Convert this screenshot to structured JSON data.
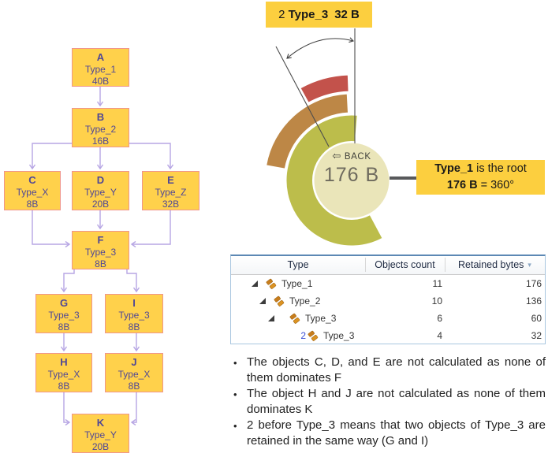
{
  "diagram": {
    "nodes": [
      {
        "id": "A",
        "type": "Type_1",
        "size": "40B"
      },
      {
        "id": "B",
        "type": "Type_2",
        "size": "16B"
      },
      {
        "id": "C",
        "type": "Type_X",
        "size": "8B"
      },
      {
        "id": "D",
        "type": "Type_Y",
        "size": "20B"
      },
      {
        "id": "E",
        "type": "Type_Z",
        "size": "32B"
      },
      {
        "id": "F",
        "type": "Type_3",
        "size": "8B"
      },
      {
        "id": "G",
        "type": "Type_3",
        "size": "8B"
      },
      {
        "id": "I",
        "type": "Type_3",
        "size": "8B"
      },
      {
        "id": "H",
        "type": "Type_X",
        "size": "8B"
      },
      {
        "id": "J",
        "type": "Type_X",
        "size": "8B"
      },
      {
        "id": "K",
        "type": "Type_Y",
        "size": "20B"
      }
    ],
    "edges": [
      "A-B",
      "B-C",
      "B-D",
      "B-E",
      "C-F",
      "D-F",
      "E-F",
      "F-G",
      "F-I",
      "G-H",
      "I-J",
      "H-K",
      "J-K"
    ]
  },
  "chart_data": {
    "type": "sunburst",
    "title": "Retained bytes sunburst",
    "total_bytes": 176,
    "center_button": "BACK",
    "center_value": "176 B",
    "rings": [
      {
        "name": "Type_2",
        "value_bytes": 136,
        "level": 1,
        "color": "#bcbd4b",
        "inner_r": 49.5,
        "outer_r": 83,
        "start_deg": 152,
        "end_deg": 365
      },
      {
        "name": "Type_3",
        "value_bytes": 60,
        "level": 2,
        "color": "#bd8746",
        "inner_r": 86,
        "outer_r": 110,
        "start_deg": 280,
        "end_deg": 357
      },
      {
        "name": "Type_3",
        "value_bytes": 32,
        "level": 3,
        "color": "#c3524b",
        "inner_r": 113,
        "outer_r": 134,
        "start_deg": 331,
        "end_deg": 358
      }
    ]
  },
  "tooltip": {
    "prefix": "2",
    "name": "Type_3",
    "value": "32 B"
  },
  "callout": {
    "line1_bold": "Type_1",
    "line1_rest": " is the root",
    "line2_bold": "176 B",
    "line2_rest": " = 360°"
  },
  "hub": {
    "back_icon": "⇦",
    "back_label": "BACK",
    "value": "176 B"
  },
  "table": {
    "columns": [
      "Type",
      "Objects count",
      "Retained bytes"
    ],
    "sort_column": "Retained bytes",
    "sort_indicator": "▾",
    "rows": [
      {
        "type": "Type_1",
        "count": "11",
        "bytes": "176",
        "indent": 0,
        "expander": true,
        "prefix": ""
      },
      {
        "type": "Type_2",
        "count": "10",
        "bytes": "136",
        "indent": 1,
        "expander": true,
        "prefix": ""
      },
      {
        "type": "Type_3",
        "count": "6",
        "bytes": "60",
        "indent": 2,
        "expander": true,
        "prefix": ""
      },
      {
        "type": "Type_3",
        "count": "4",
        "bytes": "32",
        "indent": 3,
        "expander": false,
        "prefix": "2"
      }
    ]
  },
  "notes": [
    "The objects C, D, and E are not calculated as none of them dominates F",
    "The object H and J are not calculated as none of them dominates K",
    "2 before Type_3 means that two objects of Type_3 are retained in the same way (G and I)"
  ],
  "bullet_char": "•",
  "colors": {
    "node_fill": "#ffd14b",
    "node_border": "#f0958b",
    "node_text": "#4f4796",
    "flow_arrow": "#b7a6e4",
    "highlight_yellow": "#fccf3f",
    "hub_fill": "#eae5b9",
    "annotation_line": "#4d4d4d",
    "connector": "#58595b",
    "table_border": "#a9c7e0",
    "prefix_blue": "#3c50d6",
    "type_icon_orange": "#c77d1c"
  }
}
